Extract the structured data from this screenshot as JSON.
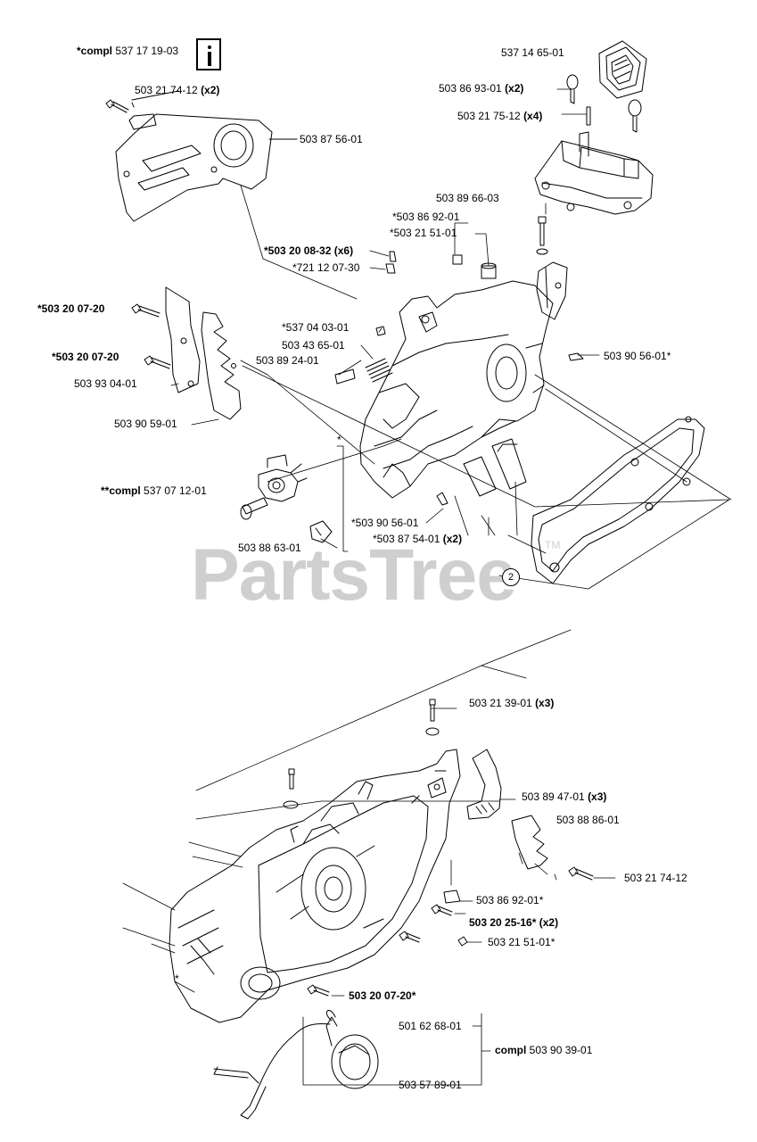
{
  "header": {
    "compl_label": "*compl 537 17 19-03"
  },
  "watermark": {
    "text": "PartsTree",
    "tm": "TM"
  },
  "ref_number": "2",
  "star": "*",
  "labels": {
    "p_537_14_65_01": "537 14 65-01",
    "p_503_86_93_01_pre": "503 86 93-01 ",
    "p_503_86_93_01_qty": "(x2)",
    "p_503_21_75_12_pre": "503 21 75-12 ",
    "p_503_21_75_12_qty": "(x4)",
    "p_503_21_74_12_top_pre": "503 21 74-12 ",
    "p_503_21_74_12_top_qty": "(x2)",
    "p_503_87_56_01": "503 87 56-01",
    "p_503_89_66_03": "503 89 66-03",
    "p_503_86_92_01_top": "*503 86 92-01",
    "p_503_21_51_01_top": "*503 21 51-01",
    "p_503_20_08_32": "*503 20 08-32 (x6)",
    "p_721_12_07_30": "*721 12 07-30",
    "p_503_20_07_20_a": "*503 20 07-20",
    "p_537_04_03_01": "*537 04 03-01",
    "p_503_43_65_01": "503 43 65-01",
    "p_503_89_24_01": "503 89 24-01",
    "p_503_20_07_20_b": "*503 20 07-20",
    "p_503_93_04_01": "503 93 04-01",
    "p_503_90_56_01_right": "503 90 56-01*",
    "p_503_90_59_01": "503 90 59-01",
    "p_compl_537_07_12_01_pre": "**compl ",
    "p_compl_537_07_12_01_num": "537 07 12-01",
    "p_503_90_56_01_mid": "*503 90 56-01",
    "p_503_87_54_01_pre": "*503 87 54-01 ",
    "p_503_87_54_01_qty": "(x2)",
    "p_503_88_63_01": "503 88 63-01",
    "p_503_21_39_01_pre": "503 21 39-01 ",
    "p_503_21_39_01_qty": "(x3)",
    "p_503_89_47_01_pre": "503 89 47-01 ",
    "p_503_89_47_01_qty": "(x3)",
    "p_503_88_86_01": "503 88 86-01",
    "p_503_21_74_12_bottom": "503 21 74-12",
    "p_503_86_92_01_bottom": "503 86 92-01*",
    "p_503_20_25_16": "503 20 25-16* (x2)",
    "p_503_21_51_01_bottom": "503 21 51-01*",
    "p_503_20_07_20_c": "503 20 07-20*",
    "p_501_62_68_01": "501 62 68-01",
    "p_compl_503_90_39_01": "compl 503 90 39-01",
    "p_503_57_89_01": "503 57 89-01"
  }
}
